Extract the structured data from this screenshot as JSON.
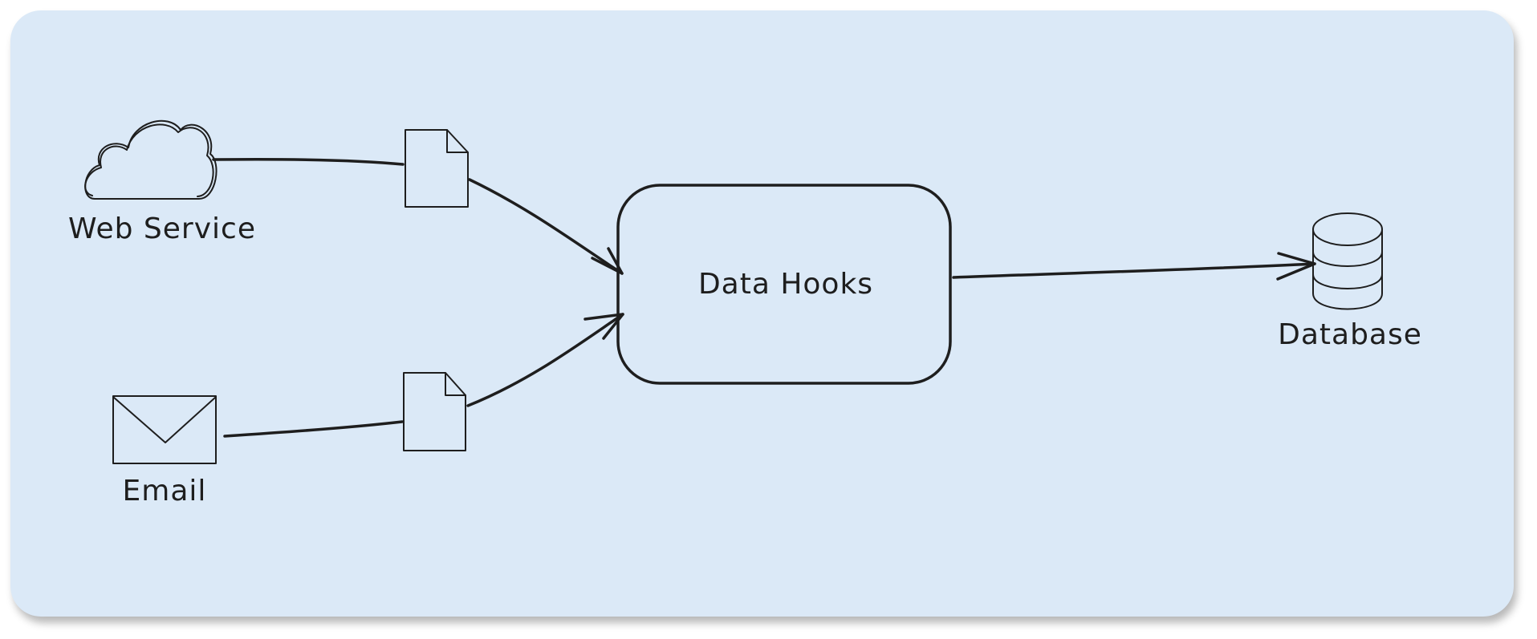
{
  "colors": {
    "background": "#dbe9f7",
    "ink": "#1e1e1e"
  },
  "nodes": {
    "web_service": {
      "label": "Web Service",
      "icon": "cloud-icon"
    },
    "email": {
      "label": "Email",
      "icon": "envelope-icon"
    },
    "doc_top": {
      "icon": "document-icon"
    },
    "doc_bottom": {
      "icon": "document-icon"
    },
    "hub": {
      "label": "Data Hooks"
    },
    "database": {
      "label": "Database",
      "icon": "database-icon"
    }
  },
  "edges": [
    {
      "from": "web_service",
      "to": "doc_top"
    },
    {
      "from": "doc_top",
      "to": "hub"
    },
    {
      "from": "email",
      "to": "doc_bottom"
    },
    {
      "from": "doc_bottom",
      "to": "hub"
    },
    {
      "from": "hub",
      "to": "database"
    }
  ]
}
